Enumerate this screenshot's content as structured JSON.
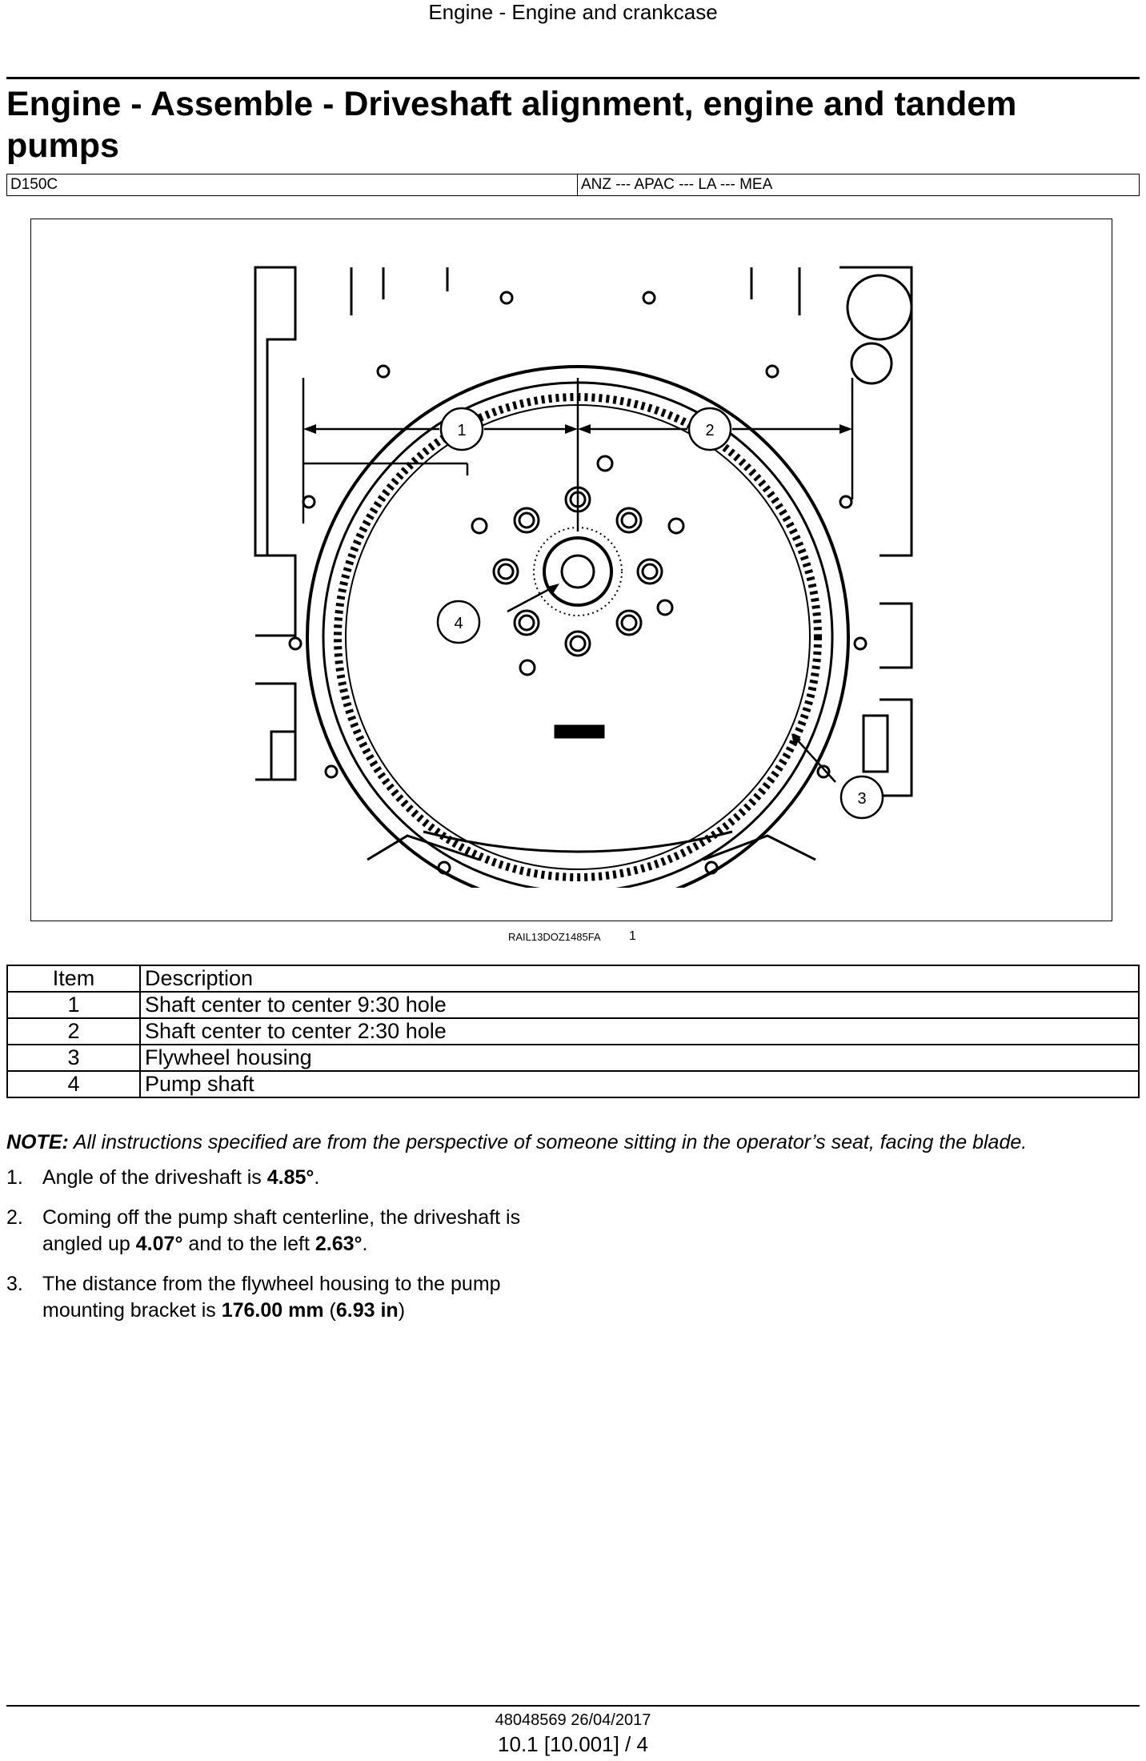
{
  "header": {
    "section": "Engine - Engine and crankcase"
  },
  "title": "Engine - Assemble - Driveshaft alignment, engine and tandem pumps",
  "meta": {
    "model": "D150C",
    "regions": "ANZ --- APAC --- LA --- MEA"
  },
  "figure": {
    "callouts": [
      "1",
      "2",
      "3",
      "4"
    ],
    "image_code": "RAIL13DOZ1485FA",
    "figure_number": "1"
  },
  "legend": {
    "headers": {
      "item": "Item",
      "description": "Description"
    },
    "rows": [
      {
        "item": "1",
        "description": "Shaft center to center 9:30 hole"
      },
      {
        "item": "2",
        "description": "Shaft center to center 2:30 hole"
      },
      {
        "item": "3",
        "description": "Flywheel housing"
      },
      {
        "item": "4",
        "description": "Pump shaft"
      }
    ]
  },
  "note": {
    "label": "NOTE:",
    "text": "All instructions specified are from the perspective of someone sitting in the operator’s seat, facing the blade."
  },
  "steps": [
    {
      "num": "1.",
      "lines": [
        "Angle of the driveshaft is ",
        "4.85°",
        "."
      ]
    },
    {
      "num": "2.",
      "lines": [
        "Coming off the pump shaft centerline, the driveshaft is",
        "angled up ",
        "4.07°",
        " and to the left ",
        "2.63°",
        "."
      ]
    },
    {
      "num": "3.",
      "lines": [
        "The distance from the flywheel housing to the pump",
        "mounting bracket is ",
        "176.00 mm",
        " (",
        "6.93 in",
        ")"
      ]
    }
  ],
  "footer": {
    "doc_id": "48048569 26/04/2017",
    "page": "10.1 [10.001] / 4"
  }
}
